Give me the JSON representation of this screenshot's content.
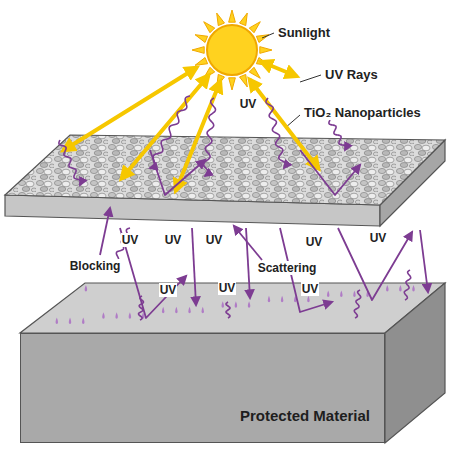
{
  "diagram": {
    "nodes": [
      {
        "text": [
          "Protected Material"
        ]
      }
    ],
    "labels": [
      "Sunlight",
      "UV Rays",
      "TiO₂ Nanoparticles",
      "UV",
      "UV",
      "UV",
      "UV",
      "UV",
      "UV",
      "Blocking",
      "Scattering",
      "UV",
      "UV",
      "UV"
    ]
  }
}
